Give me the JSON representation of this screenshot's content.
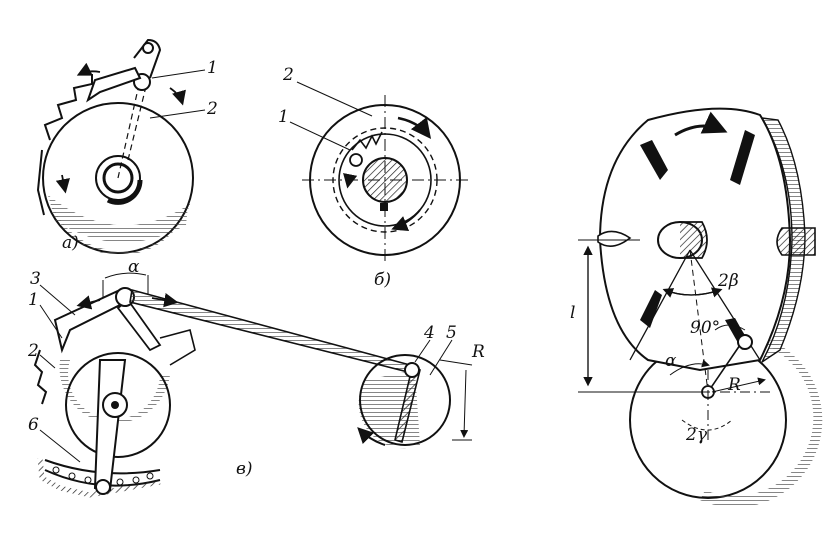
{
  "labels": {
    "fig_a": {
      "caption": "а)",
      "n1": "1",
      "n2": "2"
    },
    "fig_b": {
      "caption": "б)",
      "n1": "1",
      "n2": "2"
    },
    "fig_c": {
      "caption": "в)",
      "n1": "1",
      "n2": "2",
      "n3": "3",
      "n4": "4",
      "n5": "5",
      "n6": "6",
      "alpha": "α",
      "R": "R"
    },
    "fig_d": {
      "l": "l",
      "beta": "2β",
      "angle90": "90°",
      "alpha": "α",
      "R": "R",
      "gamma": "2γ"
    }
  },
  "colors": {
    "ink": "#111111",
    "paper": "#ffffff",
    "hatch": "#444444"
  }
}
